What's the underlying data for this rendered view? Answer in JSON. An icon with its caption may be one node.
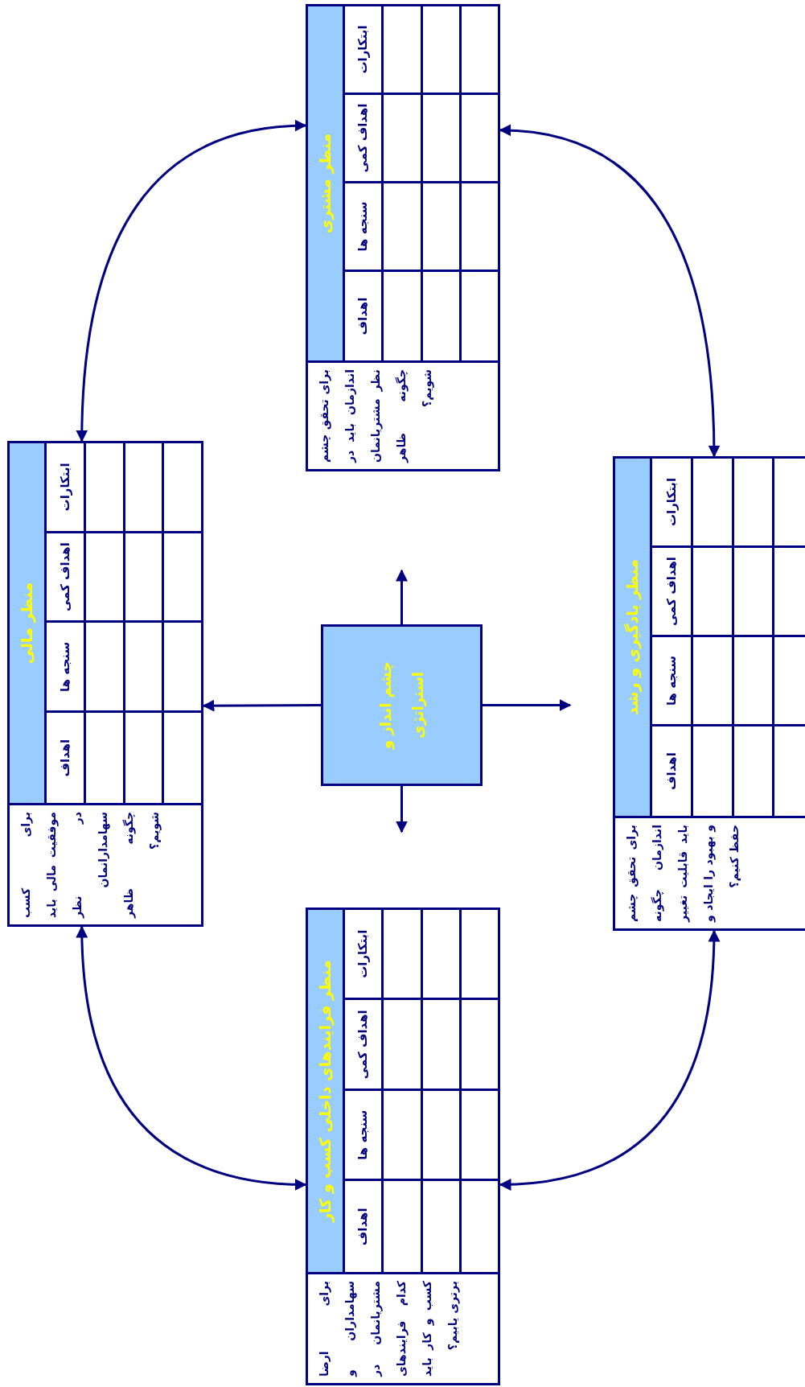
{
  "diagram": {
    "nodes": [
      {
        "text": [
          "منظر مشتری",
          "ابتکارات",
          "اهداف کمی",
          "سنجه ها",
          "اهداف",
          "برای تحقق چشم اندازمان باید در نظر مشتریانمان چگونه ظاهر شویم؟"
        ]
      },
      {
        "text": [
          "منظر مالی",
          "ابتکارات",
          "اهداف کمی",
          "سنجه ها",
          "اهداف",
          "برای کسب موفقیت مالی باید در نظر سهامدارانمان چگونه ظاهر شویم؟"
        ]
      },
      {
        "text": [
          "چشم انداز و استراتژی"
        ]
      },
      {
        "text": [
          "منظر یادگیری و رشد",
          "ابتکارات",
          "اهداف کمی",
          "سنجه ها",
          "اهداف",
          "برای تحقق چشم اندازمان چگونه باید قابلیت تغییر و بهبود را ایجاد و حفظ کنیم؟"
        ]
      },
      {
        "text": [
          "منظر فرایندهای داخلی کسب و کار",
          "ابتکارات",
          "اهداف کمی",
          "سنجه ها",
          "اهداف",
          "برای ارضا سهامداران و مشتریانمان در کدام فرایندهای کسب و کار باید برتری یابیم؟"
        ]
      }
    ],
    "edges": [
      {
        "from": 1,
        "to": 0,
        "arrow": "both"
      },
      {
        "from": 0,
        "to": 3,
        "arrow": "both"
      },
      {
        "from": 3,
        "to": 4,
        "arrow": "both"
      },
      {
        "from": 4,
        "to": 1,
        "arrow": "both"
      },
      {
        "from": 2,
        "to": null,
        "arrow": "to"
      },
      {
        "from": 2,
        "to": null,
        "arrow": "to"
      },
      {
        "from": 2,
        "to": 1,
        "arrow": "to"
      },
      {
        "from": 2,
        "to": null,
        "arrow": "to"
      }
    ]
  }
}
